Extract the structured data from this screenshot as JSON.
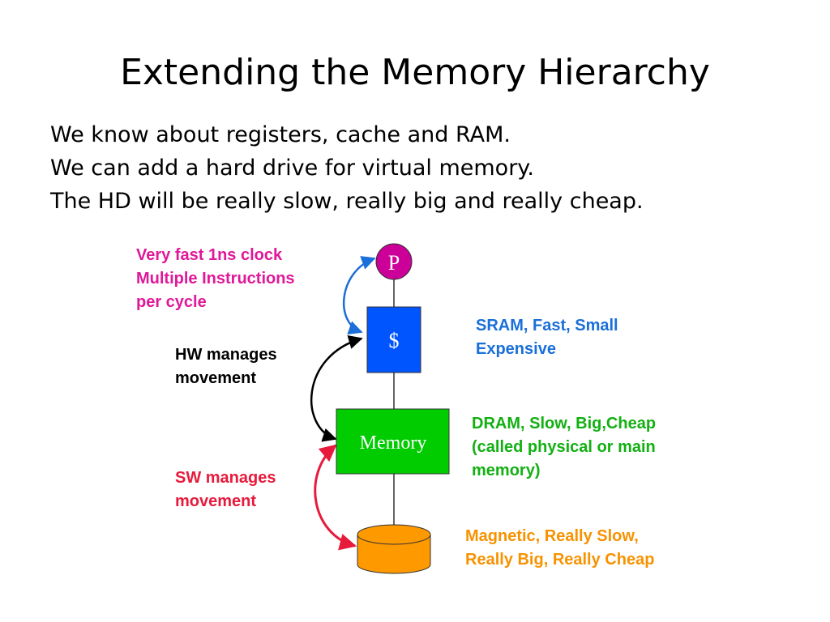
{
  "slide": {
    "title": "Extending the Memory Hierarchy",
    "bullets": [
      "We know about registers, cache and RAM.",
      "We can add a hard drive for virtual memory.",
      "The HD will be really slow, really big and really cheap."
    ]
  },
  "diagram": {
    "nodes": {
      "processor": "P",
      "cache": "$",
      "memory": "Memory"
    },
    "left_labels": {
      "processor": [
        "Very fast 1ns clock",
        "Multiple Instructions",
        "per cycle"
      ],
      "hw": [
        "HW manages",
        "movement"
      ],
      "sw": [
        "SW manages",
        "movement"
      ]
    },
    "right_labels": {
      "cache": [
        "SRAM, Fast, Small",
        "Expensive"
      ],
      "memory": [
        "DRAM, Slow, Big,Cheap",
        "(called physical or main",
        "memory)"
      ],
      "disk": [
        "Magnetic, Really Slow,",
        "Really Big, Really Cheap"
      ]
    },
    "colors": {
      "processor": "#cc0099",
      "cache": "#0055ff",
      "memory": "#00cc00",
      "disk": "#ff9900",
      "label_magenta": "#e0189a",
      "label_blue": "#1a6fd8",
      "label_green": "#12b012",
      "label_orange": "#f79200",
      "label_red": "#e81a3c",
      "label_black": "#000000"
    }
  }
}
